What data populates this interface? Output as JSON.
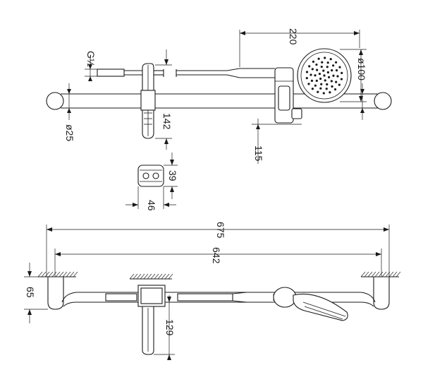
{
  "dimensions": {
    "thread": "G½",
    "length_220": "220",
    "head_diameter": "ø100",
    "bar_diameter": "ø25",
    "bracket_142": "142",
    "height_115": "115",
    "block_39": "39",
    "block_46": "46",
    "overall_675": "675",
    "centers_642": "642",
    "wall_65": "65",
    "drop_129": "129"
  }
}
